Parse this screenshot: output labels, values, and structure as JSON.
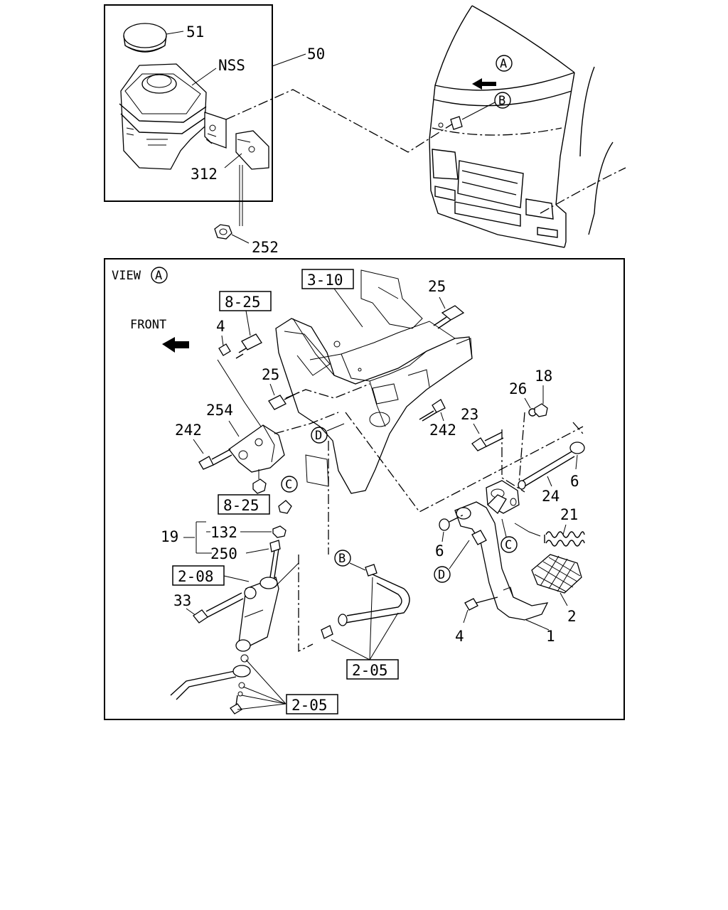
{
  "top_inset": {
    "labels": {
      "cap": "51",
      "reservoir": "NSS",
      "assembly": "50",
      "bracket": "312",
      "nut": "252"
    }
  },
  "cab_view": {
    "callouts": {
      "view_a": "A",
      "view_b": "B"
    }
  },
  "main_view": {
    "view_title": "VIEW",
    "view_marker": "A",
    "front_label": "FRONT",
    "ref_boxes": {
      "bracket_ref": "3-10",
      "ref_825_top": "8-25",
      "ref_825_mid": "8-25",
      "ref_208": "2-08",
      "ref_205_hose": "2-05",
      "ref_205_bottom": "2-05"
    },
    "part_numbers": {
      "bolt_25_top": "25",
      "bolt_4_top": "4",
      "bolt_25_mid": "25",
      "plate_254": "254",
      "bolt_242_left": "242",
      "bolt_242_right": "242",
      "bolt_23": "23",
      "washer_26": "26",
      "nut_18": "18",
      "shaft_24": "24",
      "washer_6_right": "6",
      "spring_21": "21",
      "washer_6_left": "6",
      "pad_2": "2",
      "pedal_1": "1",
      "bolt_4_bottom": "4",
      "assembly_19": "19",
      "part_132": "132",
      "rod_250": "250",
      "bolt_33": "33"
    },
    "circle_markers": {
      "d_upper": "D",
      "c_left": "C",
      "c_right": "C",
      "d_lower": "D",
      "b_hose": "B"
    }
  }
}
